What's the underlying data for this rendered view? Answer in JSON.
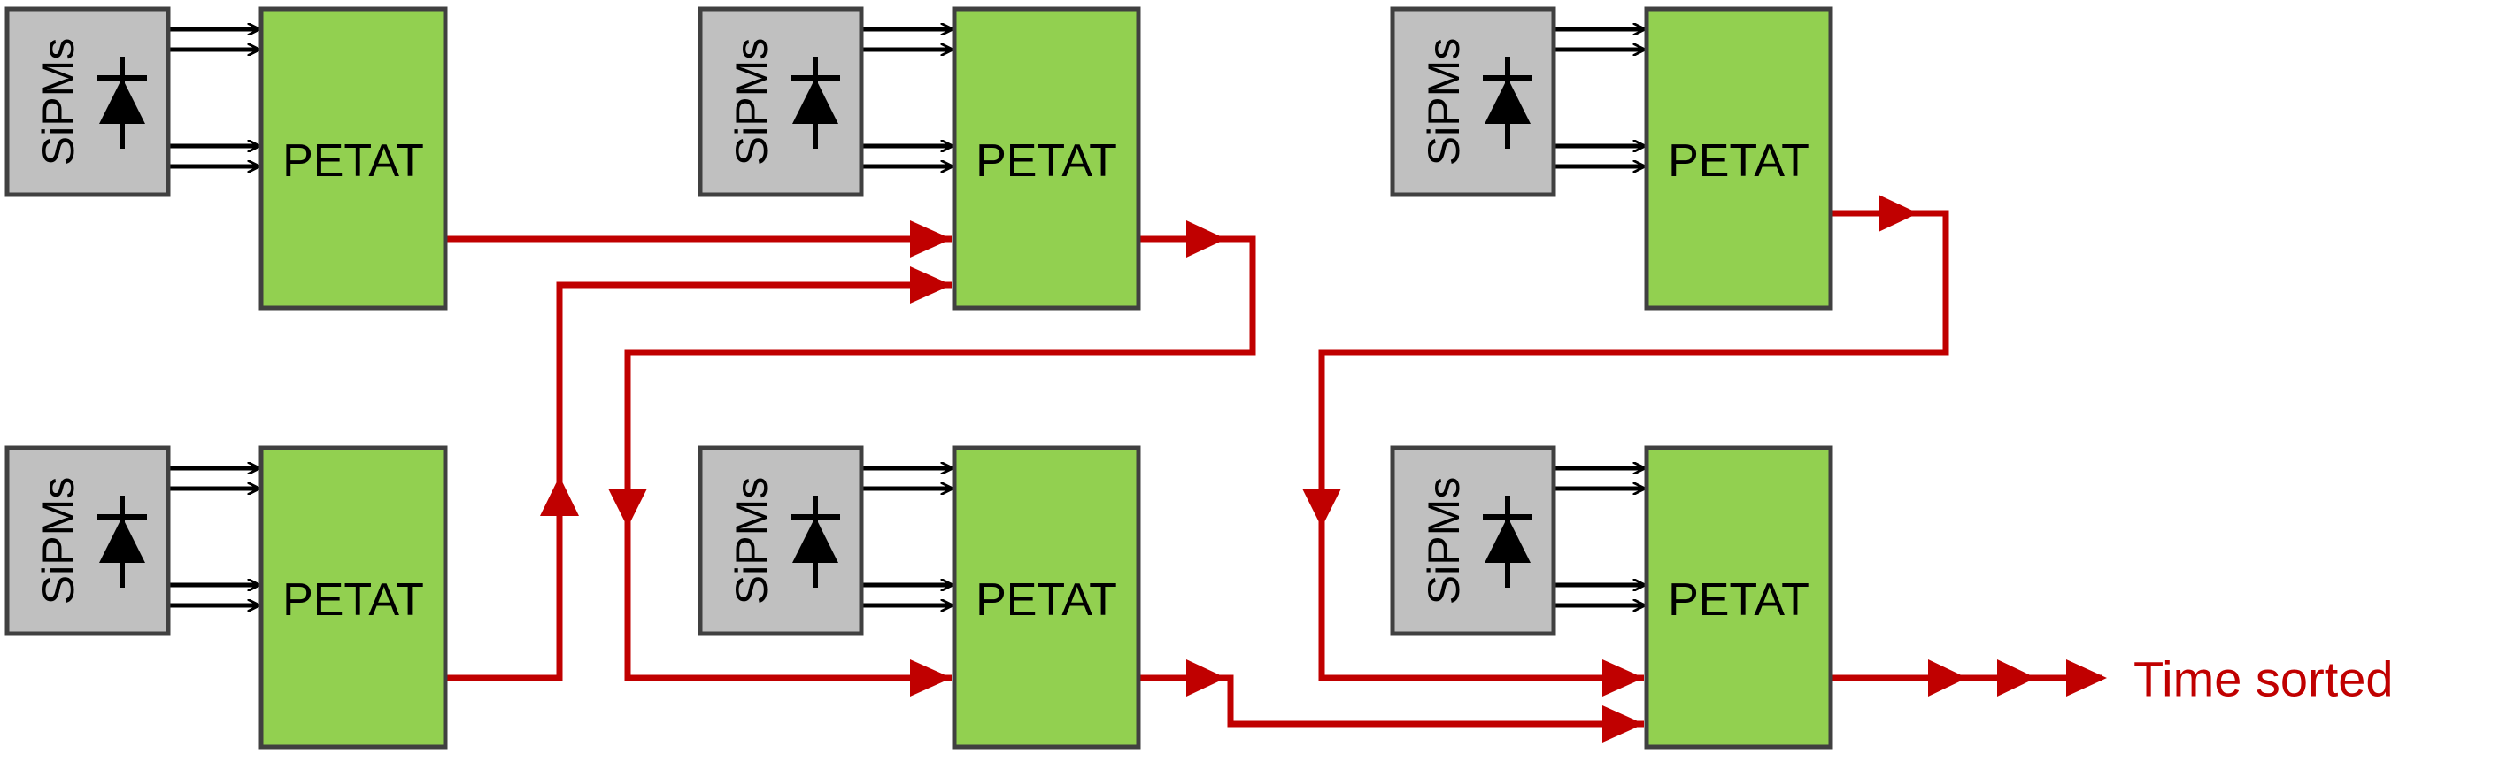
{
  "colors": {
    "sipm_fill": "#c0c0c0",
    "petat_fill": "#92d050",
    "block_stroke": "#404040",
    "signal": "#c00000",
    "input_lines": "#000000",
    "background": "#ffffff"
  },
  "blocks": {
    "sipm_label": "SiPMs",
    "petat_label": "PETAT",
    "sipm_icon": "diode-icon"
  },
  "modules": [
    {
      "sipm": "SiPMs",
      "petat": "PETAT"
    },
    {
      "sipm": "SiPMs",
      "petat": "PETAT"
    },
    {
      "sipm": "SiPMs",
      "petat": "PETAT"
    },
    {
      "sipm": "SiPMs",
      "petat": "PETAT"
    },
    {
      "sipm": "SiPMs",
      "petat": "PETAT"
    },
    {
      "sipm": "SiPMs",
      "petat": "PETAT"
    }
  ],
  "output": {
    "label": "Time sorted"
  }
}
